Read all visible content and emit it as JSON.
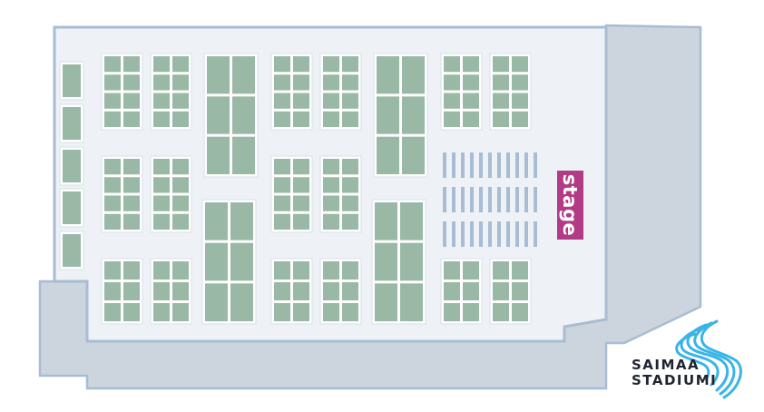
{
  "stage": {
    "label": "stage"
  },
  "logo": {
    "line1": "SAIMAA",
    "line2": "STADIUMI"
  },
  "colors": {
    "floor": "#eef2f6",
    "floor_outline": "#a8bcd3",
    "outer_area": "#ccd5dd",
    "outer_outline": "#a8bcd3",
    "table": "#9ab8a6",
    "stage": "#b23b85",
    "chair_rows": "#a8bcd3",
    "logo_blue": "#3ab4e8",
    "logo_text": "#1f2430"
  },
  "tables": {
    "side_table_count": 5,
    "small_block_count": 16,
    "large_block_count": 4,
    "chair_row_count": 3
  }
}
